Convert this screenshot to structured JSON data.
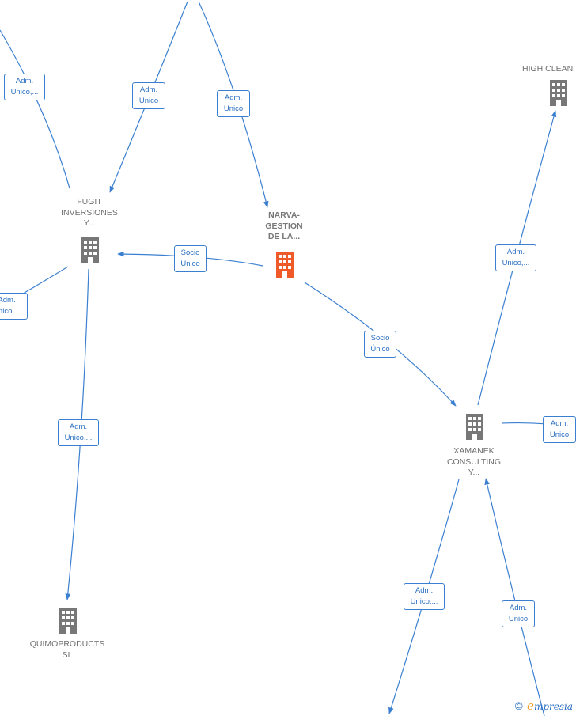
{
  "nodes": {
    "narva": {
      "label": "NARVA-\nGESTION\nDE LA...",
      "color": "#f05a28"
    },
    "fugit": {
      "label": "FUGIT\nINVERSIONES\nY...",
      "color": "#777777"
    },
    "xamanek": {
      "label": "XAMANEK\nCONSULTING\nY...",
      "color": "#777777"
    },
    "quimoproducts": {
      "label": "QUIMOPRODUCTS\nSL",
      "color": "#777777"
    },
    "high_clean": {
      "label": "HIGH CLEAN",
      "color": "#777777"
    }
  },
  "edge_labels": {
    "e1": "Adm.\nUnico,...",
    "e2": "Adm.\nUnico",
    "e3": "Adm.\nUnico",
    "e4": "Socio\nÚnico",
    "e5": "Adm.\nUnico,...",
    "e6": "Adm.\nUnico,...",
    "e7": "Socio\nÚnico",
    "e8": "Adm.\nUnico,...",
    "e9": "Adm.\nUnico",
    "e10": "Adm.\nUnico,...",
    "e11": "Adm.\nUnico"
  },
  "watermark": {
    "symbol": "©",
    "initial": "e",
    "text": "mpresia"
  },
  "colors": {
    "edge": "#3a7fd0",
    "main_node": "#f05a28",
    "node": "#777777"
  }
}
